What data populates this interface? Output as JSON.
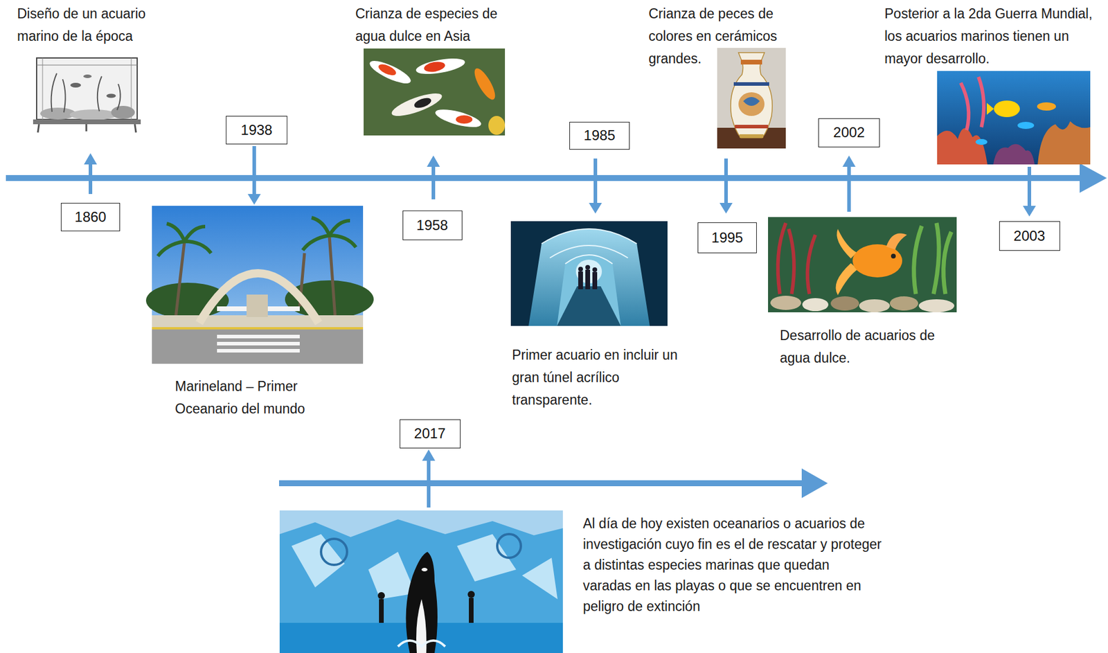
{
  "diagram": {
    "nodes": [
      {
        "text": [
          "1860"
        ]
      },
      {
        "text": [
          "1938"
        ]
      },
      {
        "text": [
          "1958"
        ]
      },
      {
        "text": [
          "1985"
        ]
      },
      {
        "text": [
          "1995"
        ]
      },
      {
        "text": [
          "2002"
        ]
      },
      {
        "text": [
          "2003"
        ]
      },
      {
        "text": [
          "2017"
        ]
      }
    ],
    "labels": [
      "Diseño de un acuario marino de la época",
      "Marineland – Primer Oceanario del mundo",
      "Crianza de especies de agua dulce en Asia",
      "Primer acuario en incluir un gran túnel acrílico transparente.",
      "Crianza de peces de colores en cerámicos grandes.",
      "Desarrollo de acuarios de agua dulce.",
      "Posterior a la 2da Guerra Mundial, los acuarios marinos tienen un mayor desarrollo.",
      "Al día de hoy existen oceanarios o acuarios de investigación cuyo fin es el de rescatar y proteger a distintas especies marinas que quedan varadas en las playas o que se encuentren en peligro de extinción"
    ]
  }
}
